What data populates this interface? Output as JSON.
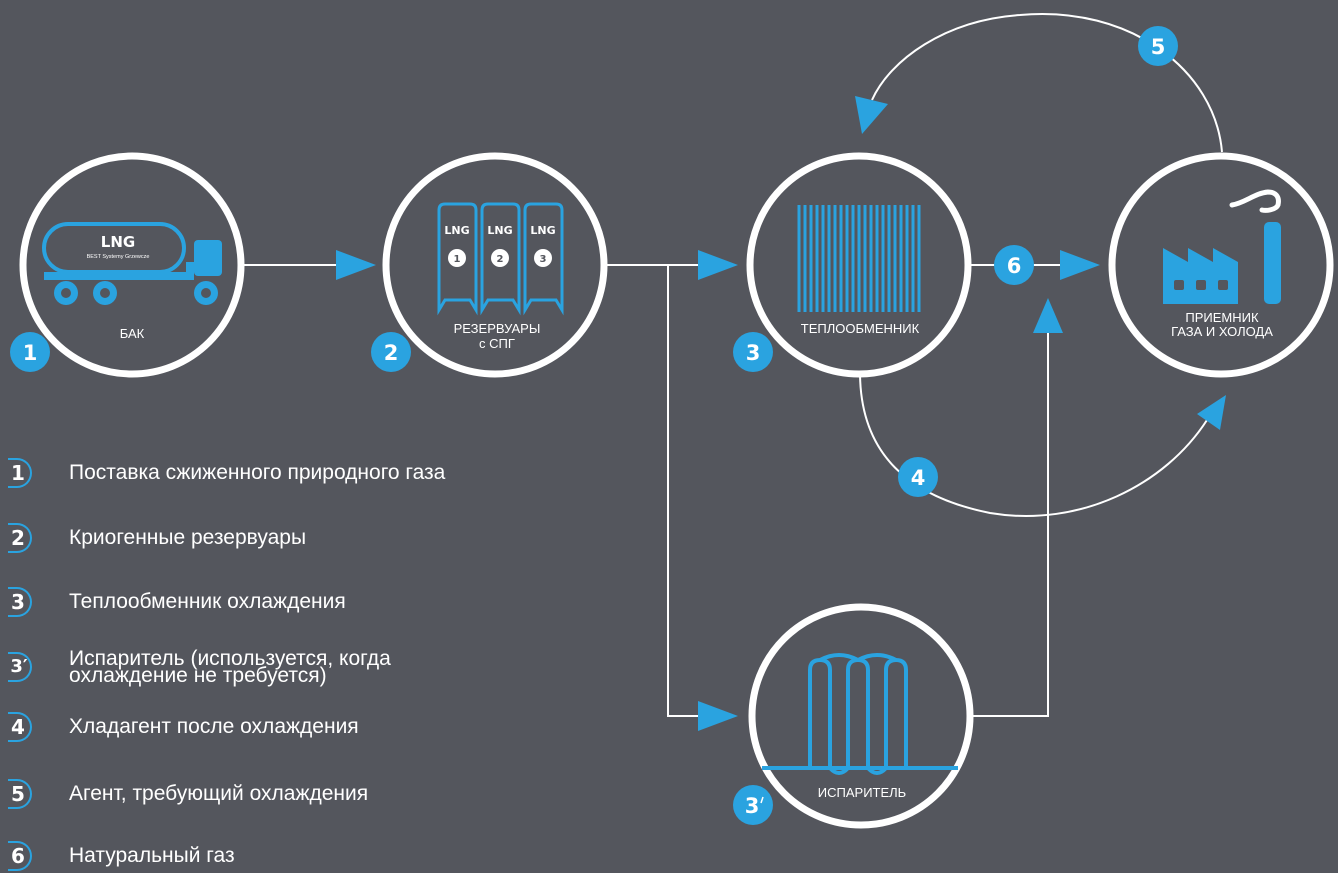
{
  "nodes": {
    "tank": {
      "label": "БАК",
      "truck_logo": "LNG",
      "truck_caption": "BEST Systemy Grzewcze"
    },
    "reservoirs": {
      "label_line1": "РЕЗЕРВУАРЫ",
      "label_line2": "с СПГ",
      "tank_labels": [
        "LNG",
        "LNG",
        "LNG"
      ],
      "tank_numbers": [
        "1",
        "2",
        "3"
      ]
    },
    "heat_exchanger": {
      "label": "ТЕПЛООБМЕННИК"
    },
    "receiver": {
      "label_line1": "ПРИЕМНИК",
      "label_line2": "ГАЗА И ХОЛОДА"
    },
    "evaporator": {
      "label": "ИСПАРИТЕЛЬ"
    }
  },
  "badges": {
    "b1": "1",
    "b2": "2",
    "b3": "3",
    "b3prime": "3",
    "b4": "4",
    "b5": "5",
    "b6": "6"
  },
  "legend": [
    {
      "num": "1",
      "prime": false,
      "text": "Поставка сжиженного природного газа"
    },
    {
      "num": "2",
      "prime": false,
      "text": "Криогенные резервуары"
    },
    {
      "num": "3",
      "prime": false,
      "text": "Теплообменник охлаждения"
    },
    {
      "num": "3",
      "prime": true,
      "text": "Испаритель (используется, когда\nохлаждение не требуется)"
    },
    {
      "num": "4",
      "prime": false,
      "text": "Хладагент после охлаждения"
    },
    {
      "num": "5",
      "prime": false,
      "text": "Агент, требующий охлаждения"
    },
    {
      "num": "6",
      "prime": false,
      "text": "Натуральный газ"
    }
  ],
  "colors": {
    "background": "#54565d",
    "accent": "#2aa3e0",
    "line": "#ffffff"
  }
}
